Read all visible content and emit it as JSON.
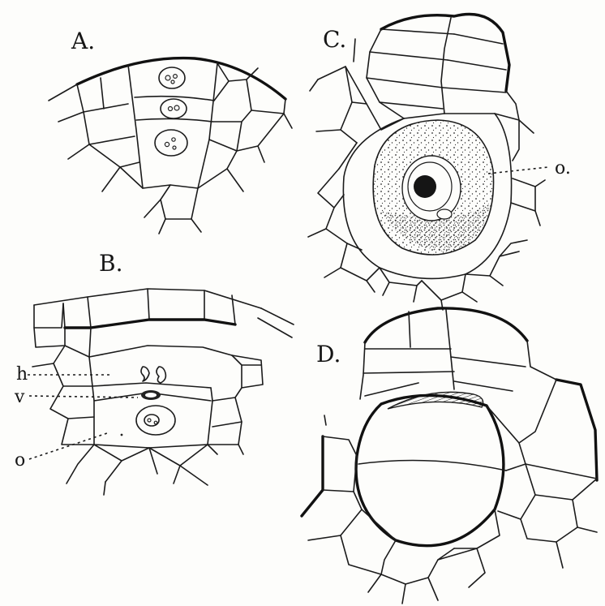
{
  "panels": {
    "a": {
      "label": "A."
    },
    "b": {
      "label": "B."
    },
    "c": {
      "label": "C."
    },
    "d": {
      "label": "D."
    }
  },
  "callouts": {
    "h": "h",
    "v": "v",
    "o_b": "o",
    "o_c": "o."
  },
  "colors": {
    "ink": "#1b1b1b",
    "paper": "#fdfdfb"
  }
}
